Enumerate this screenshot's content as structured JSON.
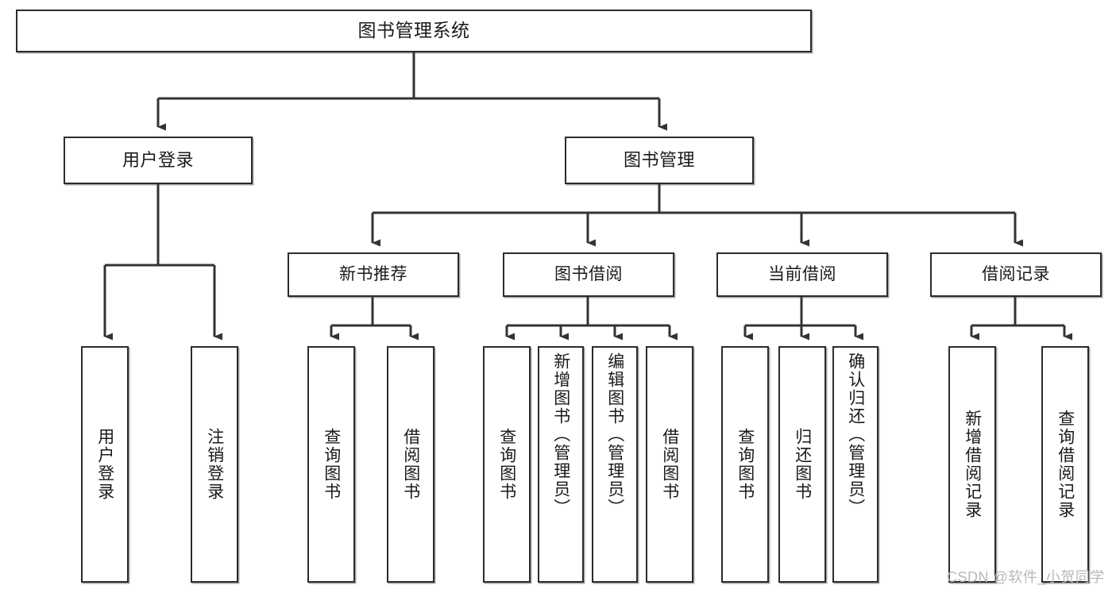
{
  "diagram": {
    "title": "图书管理系统",
    "type": "tree-hierarchy-chart",
    "root": {
      "label": "图书管理系统",
      "children": [
        {
          "label": "用户登录",
          "children": [
            {
              "label": "用户登录"
            },
            {
              "label": "注销登录"
            }
          ]
        },
        {
          "label": "图书管理",
          "children": [
            {
              "label": "新书推荐",
              "children": [
                {
                  "label": "查询图书"
                },
                {
                  "label": "借阅图书"
                }
              ]
            },
            {
              "label": "图书借阅",
              "children": [
                {
                  "label": "查询图书"
                },
                {
                  "label": "新增图书（管理员）"
                },
                {
                  "label": "编辑图书（管理员）"
                },
                {
                  "label": "借阅图书"
                }
              ]
            },
            {
              "label": "当前借阅",
              "children": [
                {
                  "label": "查询图书"
                },
                {
                  "label": "归还图书"
                },
                {
                  "label": "确认归还（管理员）"
                }
              ]
            },
            {
              "label": "借阅记录",
              "children": [
                {
                  "label": "新增借阅记录"
                },
                {
                  "label": "查询借阅记录"
                }
              ]
            }
          ]
        }
      ]
    }
  },
  "nodes": {
    "root": "图书管理系统",
    "user_login": "用户登录",
    "book_manage": "图书管理",
    "new_book_rec": "新书推荐",
    "book_borrow": "图书借阅",
    "current_borrow": "当前借阅",
    "borrow_record": "借阅记录",
    "leaf_user_login": "用户登录",
    "leaf_logout": "注销登录",
    "leaf_query_book_1": "查询图书",
    "leaf_borrow_book_1": "借阅图书",
    "leaf_query_book_2": "查询图书",
    "leaf_add_book": "新增图书（管理员）",
    "leaf_edit_book": "编辑图书（管理员）",
    "leaf_borrow_book_2": "借阅图书",
    "leaf_query_book_3": "查询图书",
    "leaf_return_book": "归还图书",
    "leaf_confirm_return": "确认归还（管理员）",
    "leaf_add_record": "新增借阅记录",
    "leaf_query_record": "查询借阅记录"
  },
  "watermark": {
    "text": "CSDN @软件_小贺同学"
  },
  "colors": {
    "border": "#2b2b2b",
    "text": "#1a1a1a",
    "background": "#ffffff",
    "edge": "#333333",
    "watermark": "#b8b8b8"
  }
}
